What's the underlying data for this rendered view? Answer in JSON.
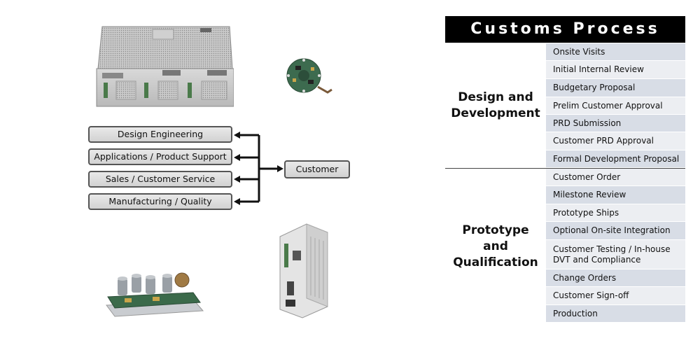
{
  "process": {
    "title": "Customs Process",
    "phases": [
      {
        "label_lines": [
          "Design and",
          "Development"
        ],
        "steps": [
          "Onsite Visits",
          "Initial Internal Review",
          "Budgetary Proposal",
          "Prelim Customer Approval",
          "PRD Submission",
          "Customer PRD Approval",
          "Formal Development Proposal"
        ]
      },
      {
        "label_lines": [
          "Prototype",
          "and",
          "Qualification"
        ],
        "steps": [
          "Customer Order",
          "Milestone Review",
          "Prototype Ships",
          "Optional On-site Integration",
          "Customer Testing / In-house DVT and Compliance",
          "Change Orders",
          "Customer Sign-off",
          "Production"
        ]
      }
    ]
  },
  "flow": {
    "departments": [
      "Design Engineering",
      "Applications / Product Support",
      "Sales / Customer Service",
      "Manufacturing  / Quality"
    ],
    "customer": "Customer"
  },
  "colors": {
    "title_bg": "#000000",
    "row_dark": "#d8dde6",
    "row_light": "#eceef2",
    "box_border": "#555555"
  }
}
